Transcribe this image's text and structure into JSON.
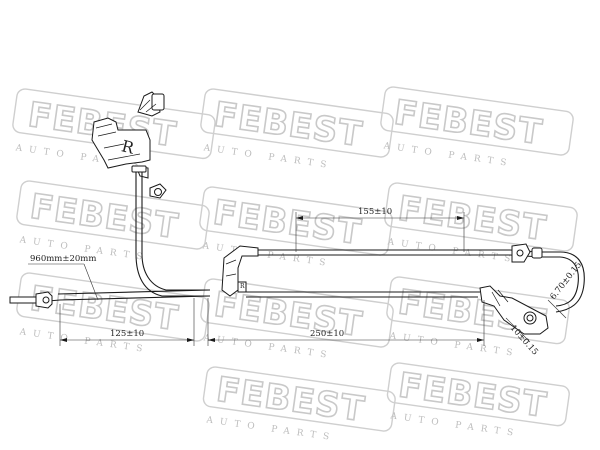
{
  "watermark": {
    "brand": "FEBEST",
    "sub": "AUTO PARTS"
  },
  "dimensions": {
    "cable_length": "960mm±20mm",
    "segment_left": "125±10",
    "segment_right": "250±10",
    "segment_top": "155±10",
    "bracket_a": "10±0.15",
    "bracket_b": "6.70±0.15"
  },
  "marks": {
    "side": "R"
  }
}
